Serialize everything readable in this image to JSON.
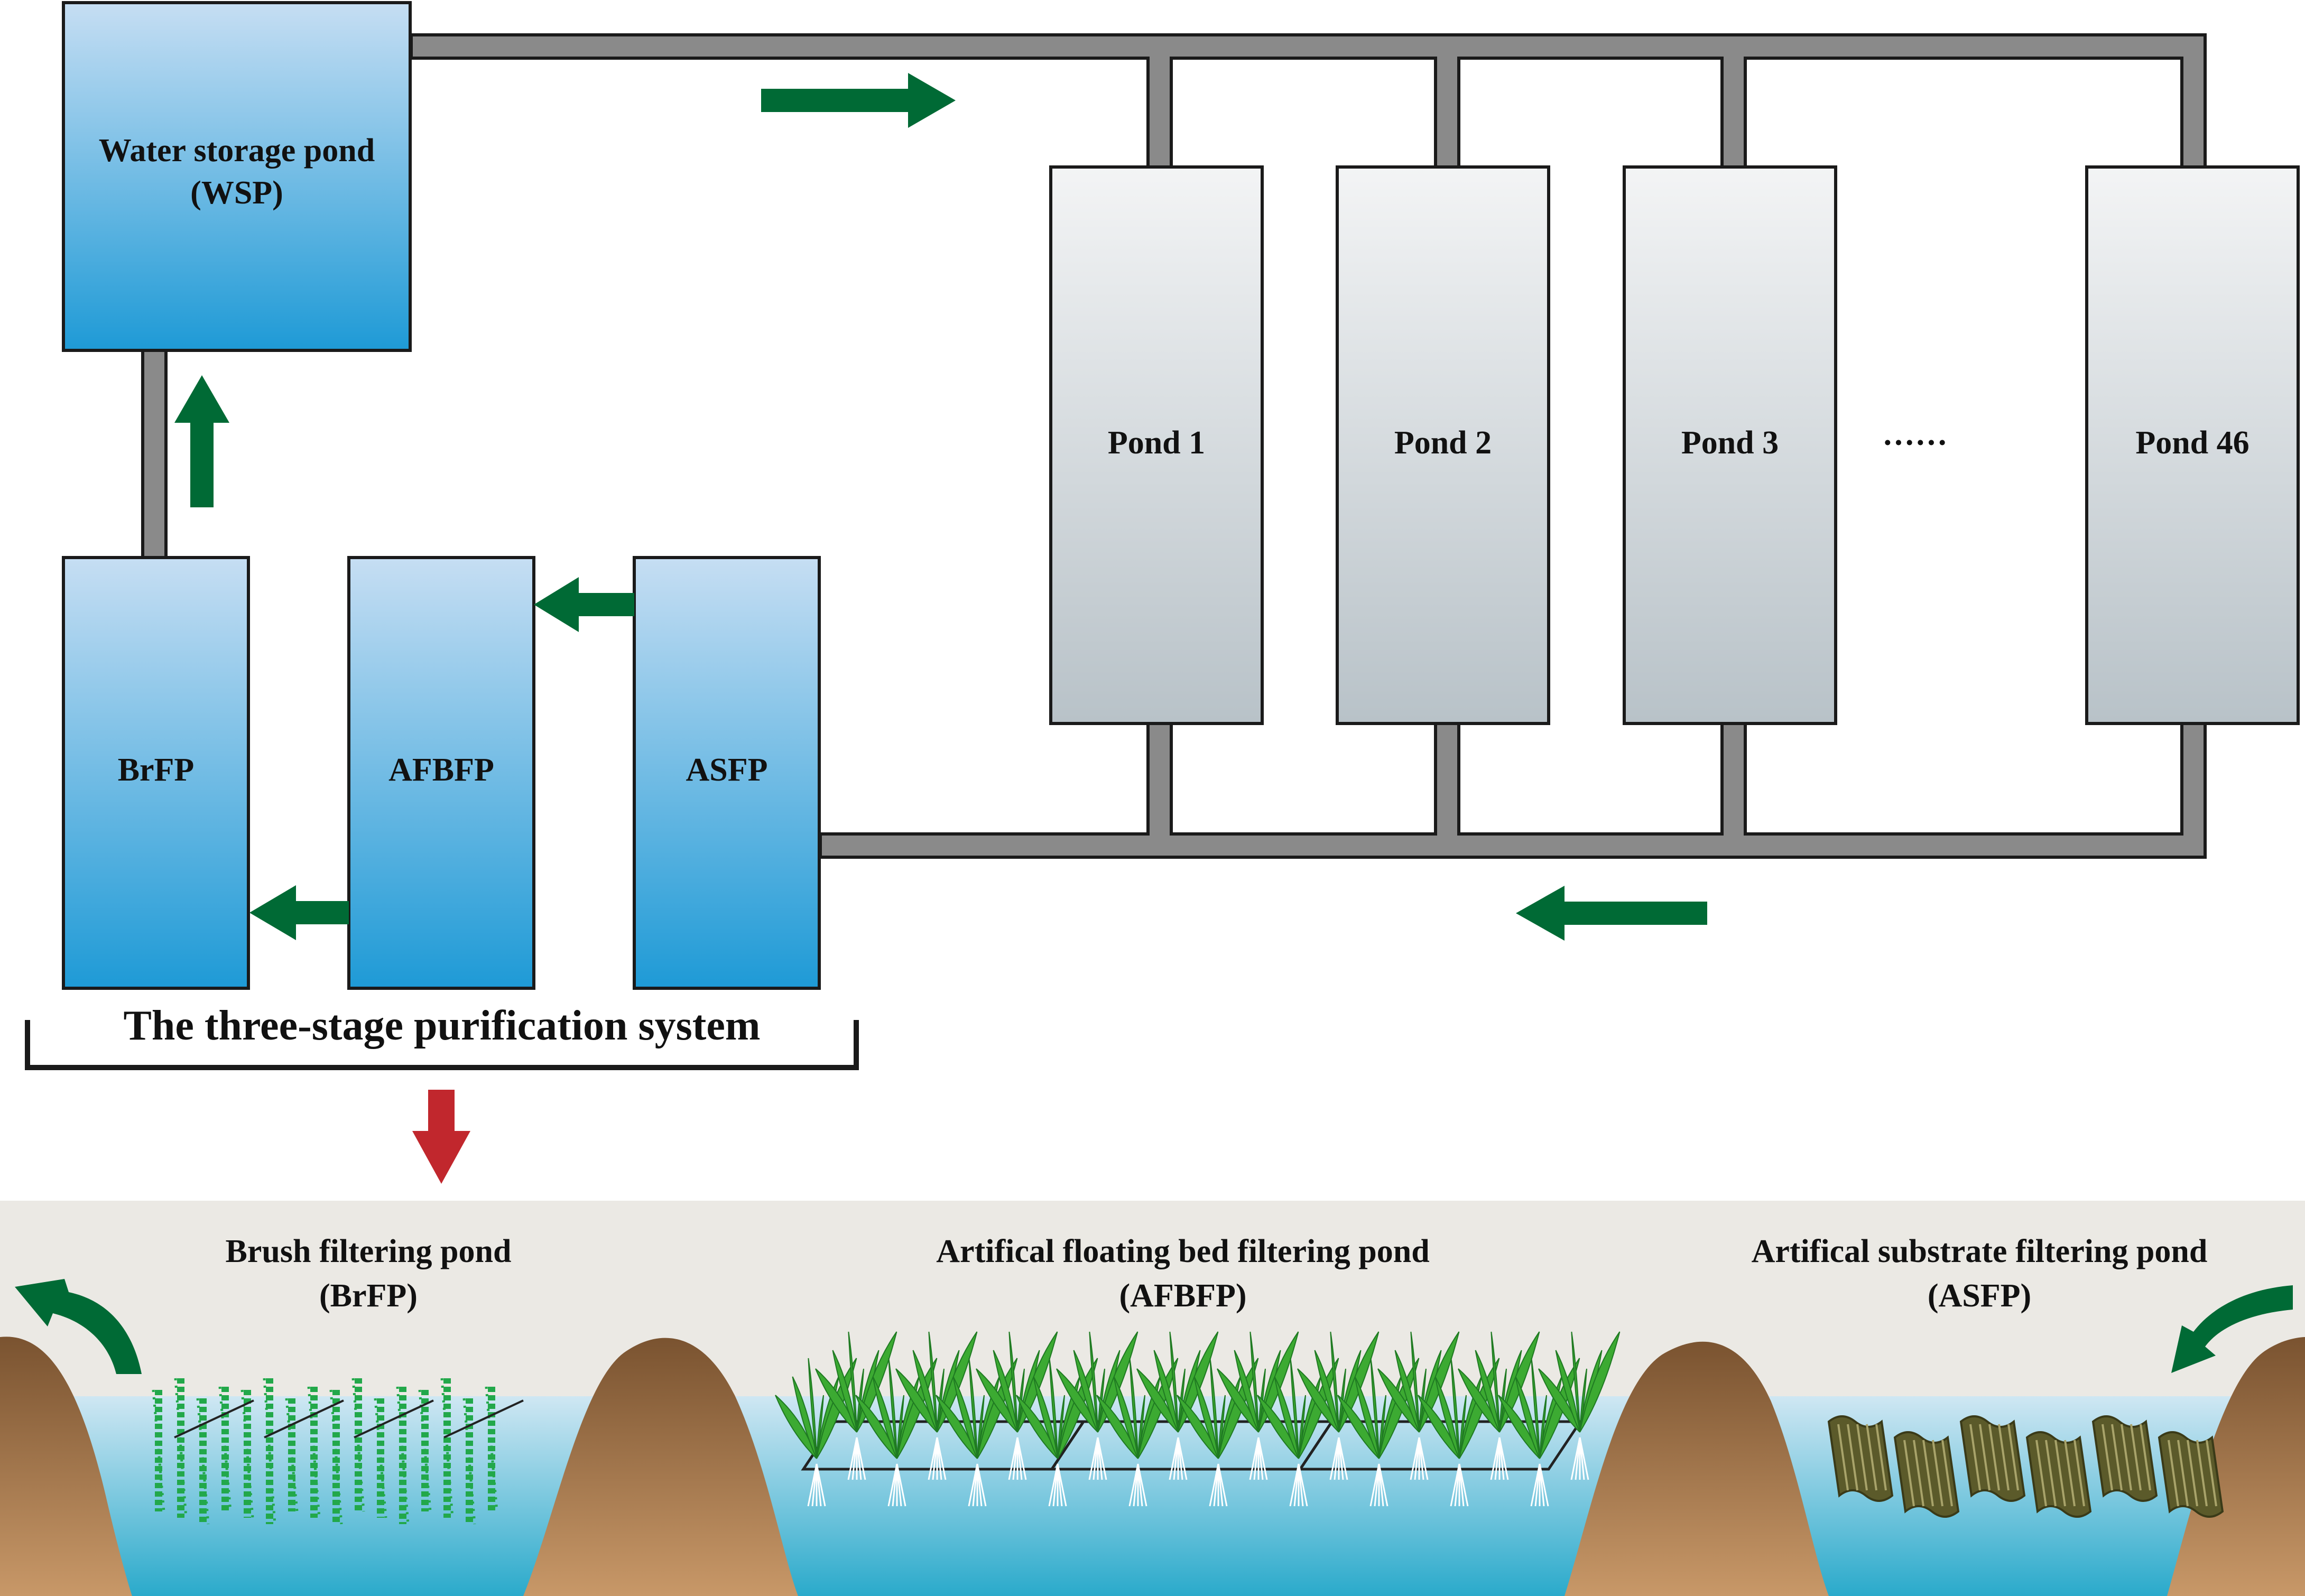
{
  "colors": {
    "pipe": "#8a8a8a",
    "pipe_outline": "#1a1a1a",
    "blue_top": "#c6def3",
    "blue_bottom": "#1e9ad6",
    "pond_top": "#f3f4f5",
    "pond_bottom": "#b8c2c8",
    "flow_arrow": "#006a35",
    "down_arrow": "#c1272d",
    "ground": "#ebe9e4",
    "water_top": "#cfe7f3",
    "water_bottom": "#2aaacb",
    "mound_top": "#7a5330",
    "mound_bottom": "#c89868",
    "brush": "#22a84a",
    "plant": "#3caa32",
    "substrate": "#5b5a2a"
  },
  "wsp": {
    "name": "Water storage pond",
    "abbr": "(WSP)"
  },
  "ponds": [
    {
      "label": "Pond 1"
    },
    {
      "label": "Pond 2"
    },
    {
      "label": "Pond 3"
    },
    {
      "label": "Pond 46"
    }
  ],
  "ellipsis": "······",
  "stages": [
    {
      "label": "BrFP"
    },
    {
      "label": "AFBFP"
    },
    {
      "label": "ASFP"
    }
  ],
  "system_label": "The three-stage purification system",
  "detail": [
    {
      "name": "Brush filtering pond",
      "abbr": "(BrFP)"
    },
    {
      "name": "Artifical floating bed filtering pond",
      "abbr": "(AFBFP)"
    },
    {
      "name": "Artifical substrate filtering pond",
      "abbr": "(ASFP)"
    }
  ]
}
